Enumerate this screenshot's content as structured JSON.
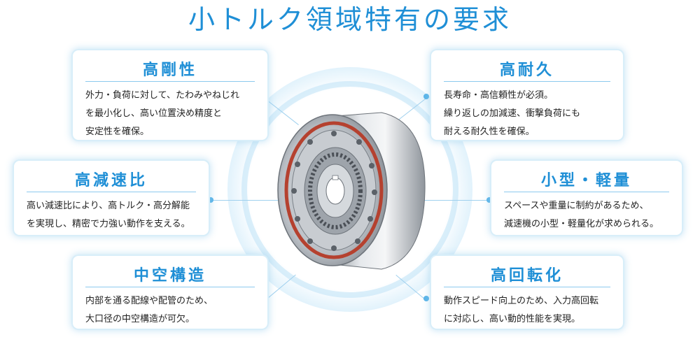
{
  "title": "小トルク領域特有の要求",
  "cards": [
    {
      "title": "高剛性",
      "lines": [
        "外力・負荷に対して、たわみやねじれ",
        "を最小化し、高い位置決め精度と",
        "安定性を確保。"
      ]
    },
    {
      "title": "高耐久",
      "lines": [
        "長寿命・高信頼性が必須。",
        "繰り返しの加減速、衝撃負荷にも",
        "耐える耐久性を確保。"
      ]
    },
    {
      "title": "高減速比",
      "lines": [
        "高い減速比により、高トルク・高分解能",
        "を実現し、精密で力強い動作を支える。"
      ]
    },
    {
      "title": "小型・軽量",
      "lines": [
        "スペースや重量に制約があるため、",
        "減速機の小型・軽量化が求められる。"
      ]
    },
    {
      "title": "中空構造",
      "lines": [
        "内部を通る配線や配管のため、",
        "大口径の中空構造が可欠。"
      ]
    },
    {
      "title": "高回転化",
      "lines": [
        "動作スピード向上のため、入力高回転",
        "に対応し、高い動的性能を実現。"
      ]
    }
  ],
  "colors": {
    "accent": "#1f8fd6",
    "glow": "#cfeaf9",
    "seal": "#b5412f",
    "metal": "#b9bec4"
  }
}
